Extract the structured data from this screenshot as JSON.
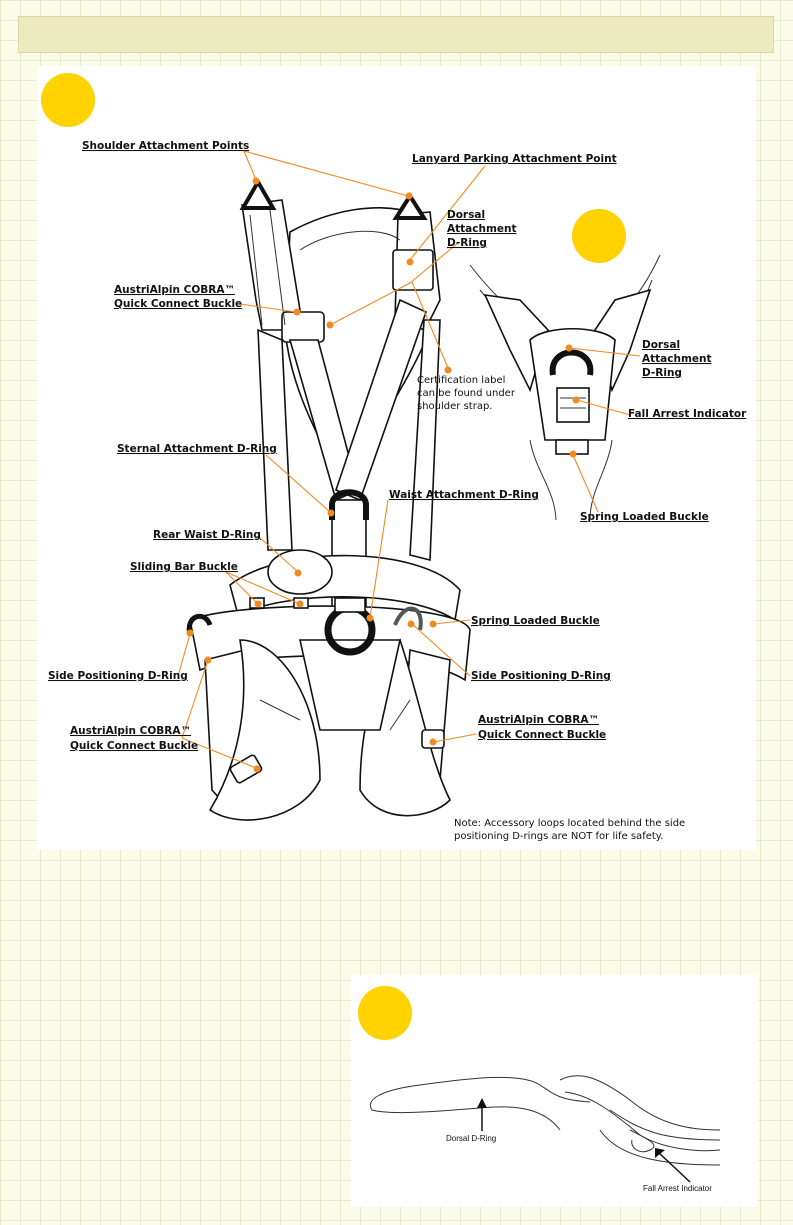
{
  "labels": {
    "shoulder_points": "Shoulder Attachment Points",
    "lanyard_parking": "Lanyard Parking Attachment Point",
    "dorsal_1": "Dorsal",
    "dorsal_2": "Attachment",
    "dorsal_3": "D-Ring",
    "cobra_top_1": "AustriAlpin COBRA™",
    "cobra_top_2": "Quick Connect Buckle",
    "cert_1": "Certification label",
    "cert_2": "can be found under",
    "cert_3": "shoulder strap.",
    "sternal": "Sternal Attachment D-Ring",
    "waist": "Waist Attachment D-Ring",
    "rear_waist": "Rear Waist D-Ring",
    "sliding_bar": "Sliding Bar Buckle",
    "spring_main": "Spring Loaded Buckle",
    "side_pos_left": "Side Positioning D-Ring",
    "side_pos_right": "Side Positioning D-Ring",
    "cobra_left_1": "AustriAlpin COBRA™",
    "cobra_left_2": "Quick Connect Buckle",
    "cobra_right_1": "AustriAlpin COBRA™",
    "cobra_right_2": "Quick Connect Buckle",
    "note_1": "Note: Accessory loops located behind the side",
    "note_2": "positioning D-rings are NOT for life safety."
  },
  "detail_labels": {
    "dorsal_1": "Dorsal",
    "dorsal_2": "Attachment",
    "dorsal_3": "D-Ring",
    "fall_arrest": "Fall Arrest Indicator",
    "spring": "Spring Loaded Buckle"
  },
  "bottom_labels": {
    "dorsal": "Dorsal D-Ring",
    "fall_arrest": "Fall Arrest Indicator"
  },
  "colors": {
    "badge": "#ffd200",
    "leader": "#f28a22",
    "topbar": "#ecebbf"
  }
}
